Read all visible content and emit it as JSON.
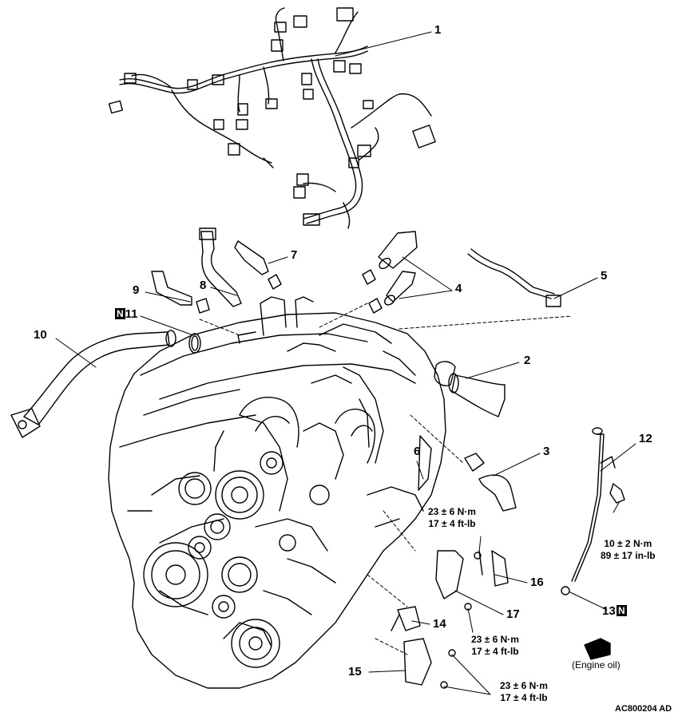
{
  "callouts": {
    "c1": "1",
    "c2": "2",
    "c3": "3",
    "c4": "4",
    "c5": "5",
    "c6": "6",
    "c7": "7",
    "c8": "8",
    "c9": "9",
    "c10": "10",
    "c11": "11",
    "c12": "12",
    "c13": "13",
    "c14": "14",
    "c15": "15",
    "c16": "16",
    "c17": "17"
  },
  "new_part_mark": "N",
  "torque": {
    "bracket_upper": {
      "metric": "23 ± 6 N·m",
      "imperial": "17 ± 4 ft-lb"
    },
    "dipstick_bolt": {
      "metric": "10 ± 2 N·m",
      "imperial": "89 ± 17 in-lb"
    },
    "bracket_mid": {
      "metric": "23 ± 6 N·m",
      "imperial": "17 ± 4 ft-lb"
    },
    "bracket_lower": {
      "metric": "23 ± 6 N·m",
      "imperial": "17 ± 4 ft-lb"
    }
  },
  "oil_note": "(Engine oil)",
  "doc_id": "AC800204 AD"
}
